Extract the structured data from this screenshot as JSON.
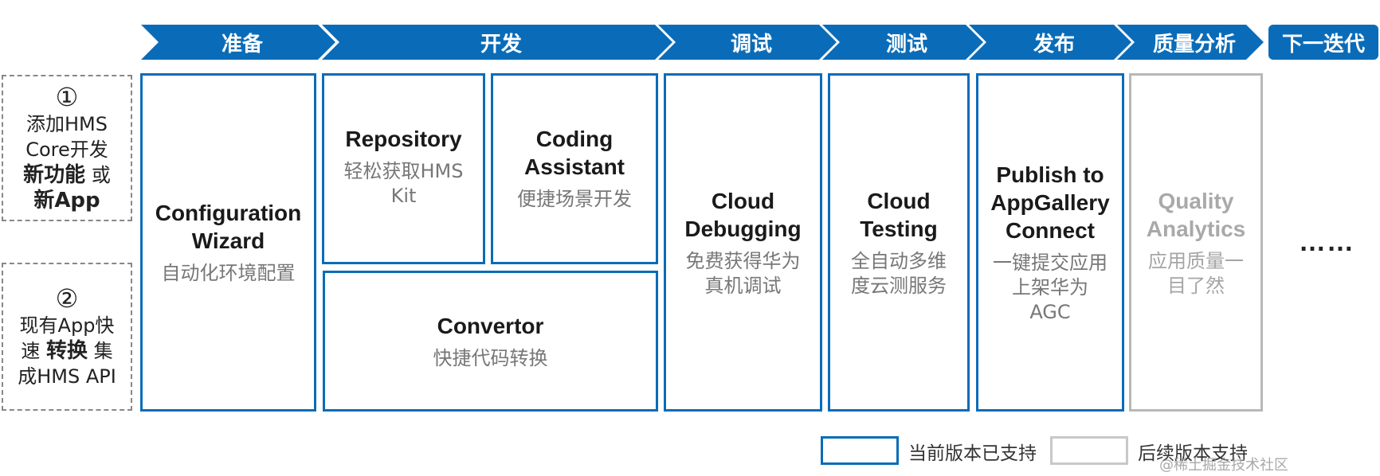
{
  "stages": [
    {
      "label": "准备"
    },
    {
      "label": "开发"
    },
    {
      "label": "调试"
    },
    {
      "label": "测试"
    },
    {
      "label": "发布"
    },
    {
      "label": "质量分析"
    },
    {
      "label": "下一迭代"
    }
  ],
  "features": {
    "add": {
      "num": "①",
      "line1": "添加HMS",
      "line2": "Core开发",
      "line3_bold": "新功能",
      "line3_rest": " 或",
      "line4_bold": "新App"
    },
    "convert": {
      "num": "②",
      "line1": "现有App快",
      "line2_pre": "速 ",
      "line2_bold": "转换",
      "line2_post": " 集",
      "line3": "成HMS API"
    }
  },
  "boxes": {
    "config": {
      "title": "Configuration\nWizard",
      "sub": "自动化环境配置"
    },
    "repository": {
      "title": "Repository",
      "sub": "轻松获取HMS\nKit"
    },
    "coding": {
      "title": "Coding\nAssistant",
      "sub": "便捷场景开发"
    },
    "convertor": {
      "title": "Convertor",
      "sub": "快捷代码转换"
    },
    "cloud_debug": {
      "title": "Cloud\nDebugging",
      "sub": "免费获得华为\n真机调试"
    },
    "cloud_test": {
      "title": "Cloud\nTesting",
      "sub": "全自动多维\n度云测服务"
    },
    "publish": {
      "title": "Publish to\nAppGallery\nConnect",
      "sub": "一键提交应用\n上架华为\nAGC"
    },
    "quality": {
      "title": "Quality\nAnalytics",
      "sub": "应用质量一\n目了然"
    }
  },
  "ellipsis": "……",
  "legend": {
    "supported": "当前版本已支持",
    "future": "后续版本支持"
  },
  "watermark": "@稀土掘金技术社区",
  "colors": {
    "accent": "#0a6cb8",
    "future": "#b8b8b8"
  }
}
